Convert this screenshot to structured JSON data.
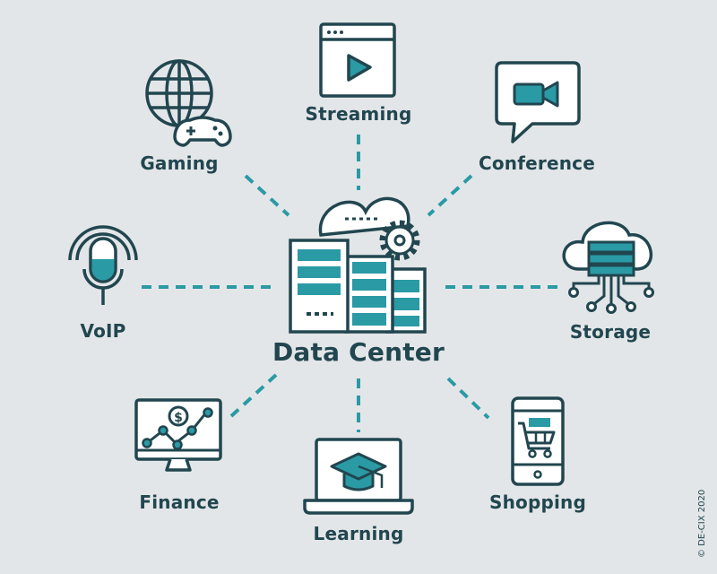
{
  "center": {
    "label": "Data Center"
  },
  "services": {
    "streaming": "Streaming",
    "gaming": "Gaming",
    "conference": "Conference",
    "voip": "VoIP",
    "storage": "Storage",
    "finance": "Finance",
    "learning": "Learning",
    "shopping": "Shopping"
  },
  "copyright": "© DE-CIX 2020",
  "colors": {
    "background": "#e3e6e8",
    "dark": "#21464f",
    "accent": "#2a9aa5",
    "white": "#ffffff"
  }
}
